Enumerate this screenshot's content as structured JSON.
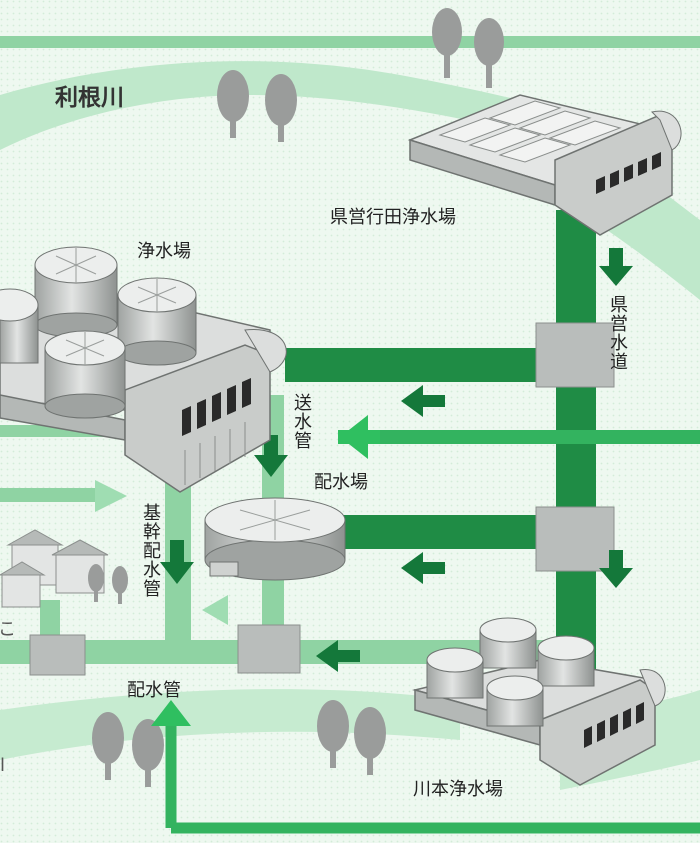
{
  "labels": {
    "river": "利根川",
    "pref_plant": "県営行田浄水場",
    "plant": "浄水場",
    "pref_water": "県営水道",
    "transmission_pipe": "送水管",
    "reservoir": "配水場",
    "trunk_pipe": "基幹配水管",
    "distribution_pipe": "配水管",
    "kawamoto_plant": "川本浄水場",
    "edge_mark_1": "こ",
    "edge_mark_2": "l"
  },
  "colors": {
    "pipe_dark": "#1f8c45",
    "pipe_light": "#8fd3a3",
    "pipe_mid": "#33b35f",
    "arrow_dark": "#14783a",
    "arrow_bright": "#2fbf60",
    "background_tint": "#eef8f0",
    "river_band": "#c6ebd0",
    "junction": "#b9bdbb",
    "building": "#d5d8d6",
    "tree": "#9a9c9b"
  },
  "icons": [
    "river-band",
    "tree-icon",
    "water-plant-building",
    "storage-tank",
    "reservoir-tank",
    "house-icon",
    "flow-arrow",
    "pipe-junction"
  ]
}
